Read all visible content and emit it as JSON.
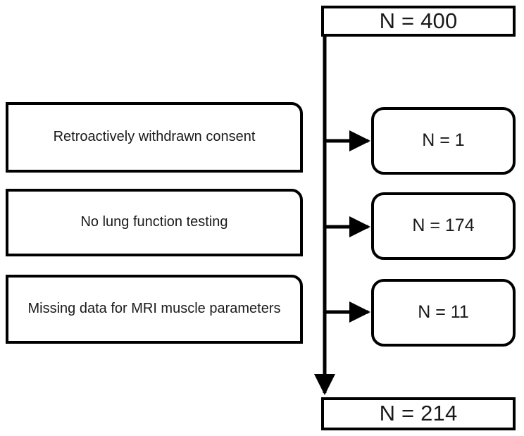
{
  "diagram": {
    "type": "participant-flow-diagram",
    "line_color": "#000000",
    "background_color": "#ffffff",
    "text_color": "#1a1a1a",
    "enrolled": {
      "label": "N = 400"
    },
    "analyzed": {
      "label": "N = 214"
    },
    "exclusions": [
      {
        "reason": "Retroactively withdrawn consent",
        "count_label": "N = 1",
        "count": 1
      },
      {
        "reason": "No lung function testing",
        "count_label": "N = 174",
        "count": 174
      },
      {
        "reason": "Missing data for MRI muscle parameters",
        "count_label": "N = 11",
        "count": 11
      }
    ]
  }
}
